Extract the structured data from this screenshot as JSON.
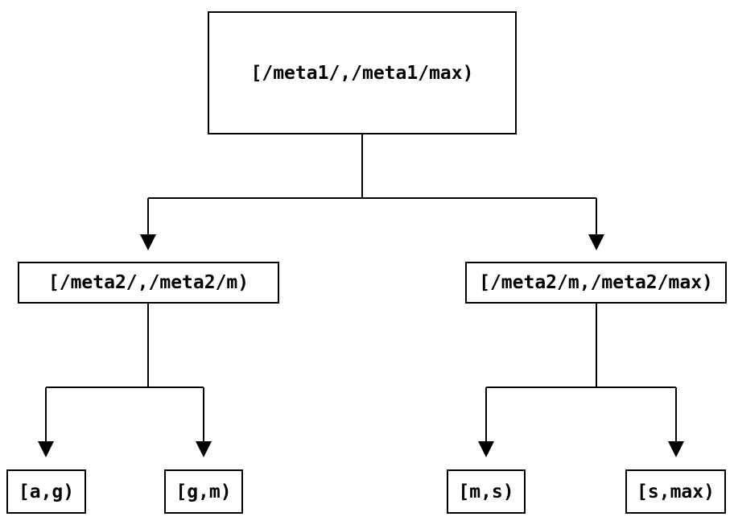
{
  "diagram": {
    "colors": {
      "background": "#ffffff",
      "line": "#000000",
      "box_border": "#000000",
      "text": "#000000"
    },
    "nodes": {
      "root": {
        "label": "[/meta1/,/meta1/max)"
      },
      "left_child": {
        "label": "[/meta2/,/meta2/m)"
      },
      "right_child": {
        "label": "[/meta2/m,/meta2/max)"
      },
      "leaf_a_g": {
        "label": "[a,g)"
      },
      "leaf_g_m": {
        "label": "[g,m)"
      },
      "leaf_m_s": {
        "label": "[m,s)"
      },
      "leaf_s_max": {
        "label": "[s,max)"
      }
    },
    "edges": [
      {
        "from": "root",
        "to": "left_child"
      },
      {
        "from": "root",
        "to": "right_child"
      },
      {
        "from": "left_child",
        "to": "leaf_a_g"
      },
      {
        "from": "left_child",
        "to": "leaf_g_m"
      },
      {
        "from": "right_child",
        "to": "leaf_m_s"
      },
      {
        "from": "right_child",
        "to": "leaf_s_max"
      }
    ]
  }
}
